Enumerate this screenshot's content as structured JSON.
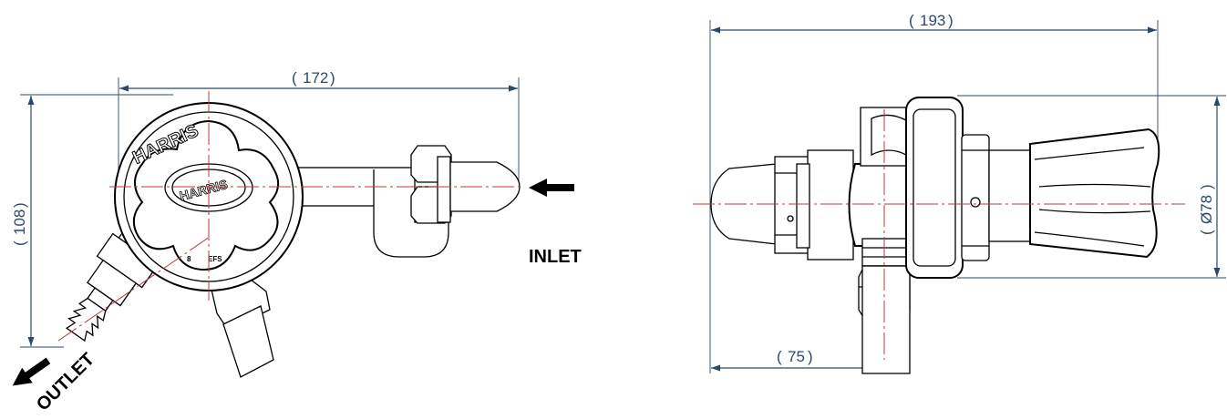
{
  "dimensions": {
    "left_width": "172",
    "left_height": "108",
    "right_width": "193",
    "right_diameter": "Ø78",
    "right_offset": "75"
  },
  "labels": {
    "inlet": "INLET",
    "outlet": "OUTLET"
  },
  "brand": {
    "name": "HARRIS"
  },
  "colors": {
    "dimension_line": "#2b4a6b",
    "center_line": "#c0393b",
    "outline": "#000000"
  }
}
